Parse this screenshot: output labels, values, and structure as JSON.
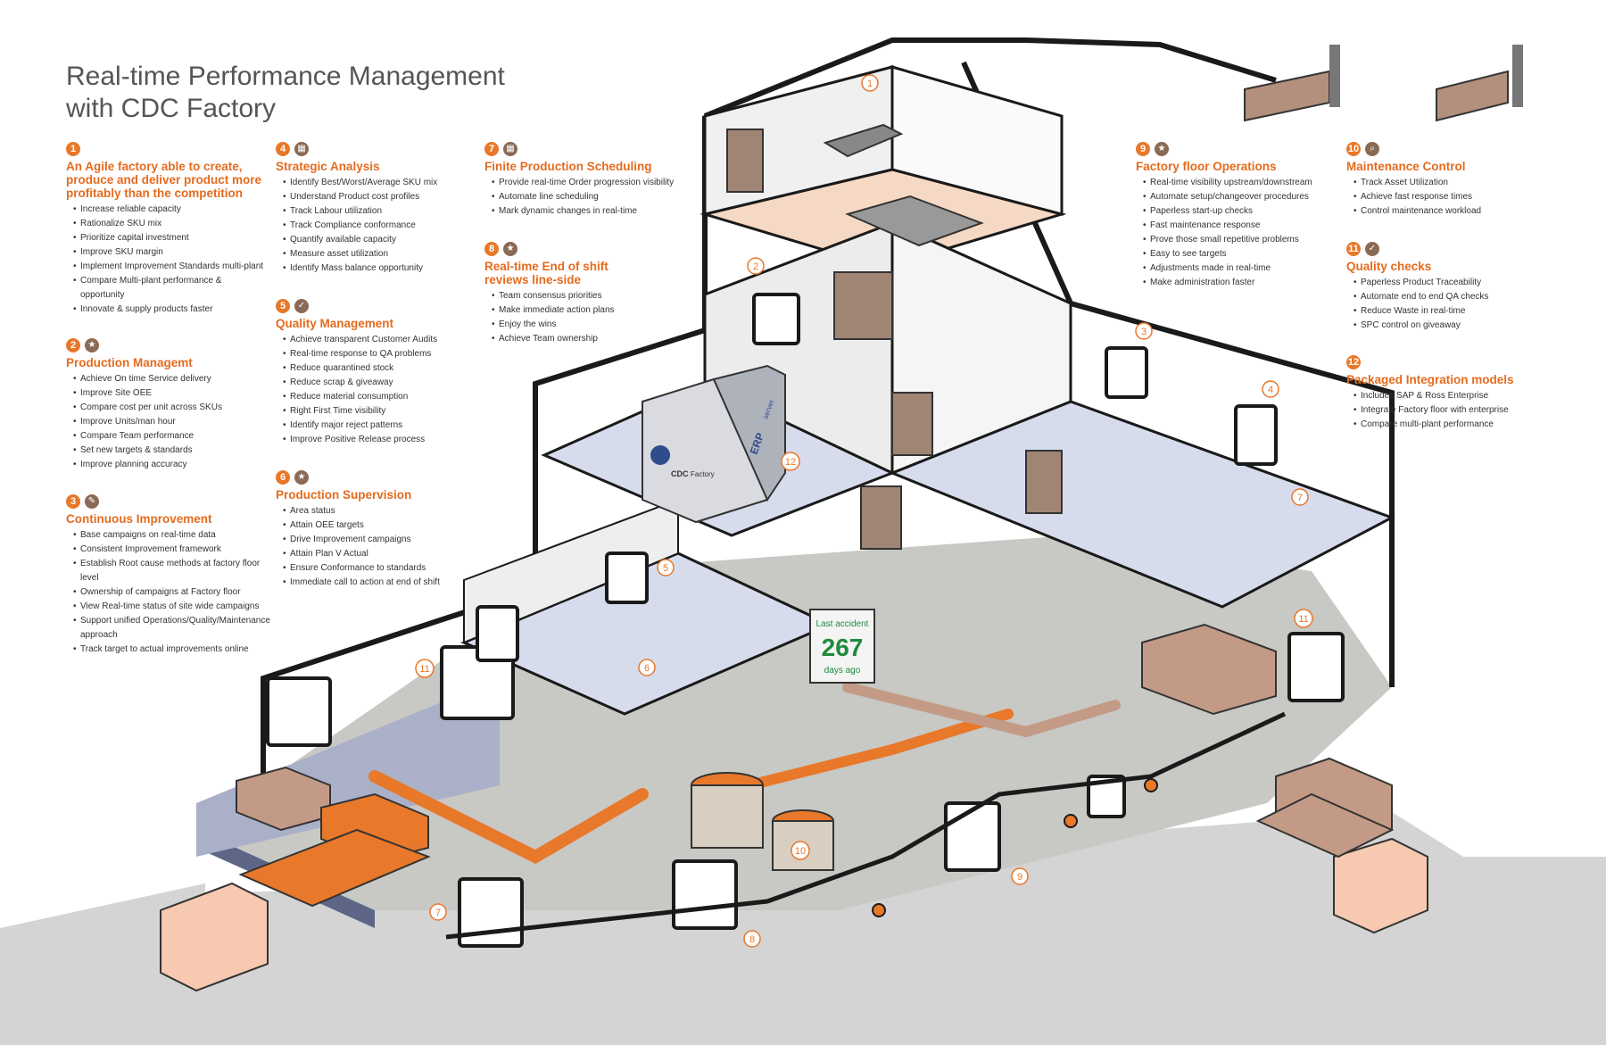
{
  "title": [
    "Real-time Performance Management",
    "with CDC Factory"
  ],
  "sections": [
    {
      "n": "1",
      "icon": "",
      "title": "An Agile factory able to create, produce and deliver product more profitably than the competition",
      "items": [
        "Increase reliable capacity",
        "Rationalize SKU mix",
        "Prioritize capital investment",
        "Improve SKU margin",
        "Implement Improvement Standards multi-plant",
        "Compare Multi-plant performance & opportunity",
        "Innovate & supply products faster"
      ]
    },
    {
      "n": "2",
      "icon": "star-icon",
      "title": "Production Managemt",
      "items": [
        "Achieve On time Service delivery",
        "Improve Site OEE",
        "Compare cost per unit across SKUs",
        "Improve Units/man hour",
        "Compare Team performance",
        "Set new targets & standards",
        "Improve planning accuracy"
      ]
    },
    {
      "n": "3",
      "icon": "wrench-icon",
      "title": "Continuous Improvement",
      "items": [
        "Base campaigns on real-time data",
        "Consistent Improvement framework",
        "Establish Root cause methods at factory floor level",
        "Ownership of campaigns at Factory floor",
        "View Real-time status of site wide campaigns",
        "Support unified Operations/Quality/Maintenance approach",
        "Track target to actual improvements online"
      ]
    },
    {
      "n": "4",
      "icon": "grid-icon",
      "title": "Strategic Analysis",
      "items": [
        "Identify Best/Worst/Average SKU mix",
        "Understand Product cost profiles",
        "Track Labour utilization",
        "Track Compliance conformance",
        "Quantify available capacity",
        "Measure asset utilization",
        "Identify Mass balance opportunity"
      ]
    },
    {
      "n": "5",
      "icon": "check-icon",
      "title": "Quality Management",
      "items": [
        "Achieve transparent Customer Audits",
        "Real-time response to QA problems",
        "Reduce quarantined stock",
        "Reduce scrap & giveaway",
        "Reduce material consumption",
        "Right First Time visibility",
        "Identify major reject patterns",
        "Improve Positive Release process"
      ]
    },
    {
      "n": "6",
      "icon": "star-icon",
      "title": "Production Supervision",
      "items": [
        "Area status",
        "Attain OEE targets",
        "Drive  Improvement campaigns",
        "Attain Plan V Actual",
        "Ensure Conformance to standards",
        "Immediate call to action at end of shift"
      ]
    },
    {
      "n": "7",
      "icon": "grid-icon",
      "title": "Finite Production Scheduling",
      "items": [
        "Provide real-time Order progression visibility",
        "Automate line scheduling",
        "Mark dynamic changes in real-time"
      ]
    },
    {
      "n": "8",
      "icon": "star-icon",
      "title": "Real-time End of shift reviews line-side",
      "items": [
        "Team consensus priorities",
        "Make immediate action plans",
        "Enjoy the wins",
        "Achieve Team ownership"
      ]
    },
    {
      "n": "9",
      "icon": "star-icon",
      "title": "Factory floor Operations",
      "items": [
        "Real-time visibility upstream/downstream",
        "Automate setup/changeover procedures",
        "Paperless start-up checks",
        "Fast maintenance response",
        "Prove those small repetitive problems",
        "Easy to see targets",
        "Adjustments made in real-time",
        "Make administration faster"
      ]
    },
    {
      "n": "10",
      "icon": "search-icon",
      "title": "Maintenance Control",
      "items": [
        "Track Asset Utilization",
        "Achieve fast response times",
        "Control maintenance workload"
      ]
    },
    {
      "n": "11",
      "icon": "check-icon",
      "title": "Quality checks",
      "items": [
        "Paperless Product Traceability",
        "Automate end to end QA checks",
        "Reduce Waste in real-time",
        "SPC control on giveaway"
      ]
    },
    {
      "n": "12",
      "icon": "",
      "title": "Packaged Integration models",
      "items": [
        "Includes SAP & Ross Enterprise",
        "Integrate Factory floor with enterprise",
        "Compare multi-plant performance"
      ]
    }
  ],
  "signs": {
    "accident": [
      "Last accident",
      "267",
      "days ago"
    ],
    "server": [
      "ERP",
      "server"
    ],
    "cdc": [
      "CDC",
      "Factory"
    ]
  },
  "callouts": [
    {
      "n": "1"
    },
    {
      "n": "2"
    },
    {
      "n": "3"
    },
    {
      "n": "4"
    },
    {
      "n": "5"
    },
    {
      "n": "6"
    },
    {
      "n": "7"
    },
    {
      "n": "7"
    },
    {
      "n": "8"
    },
    {
      "n": "9"
    },
    {
      "n": "10"
    },
    {
      "n": "11"
    },
    {
      "n": "11"
    },
    {
      "n": "12"
    }
  ],
  "colors": {
    "accent": "#e8782a",
    "line": "#1a1a1a",
    "floor": "#c9c9c9",
    "room_blue": "#d7dced",
    "room_peach": "#f6d9c4",
    "wood": "#a08575"
  }
}
